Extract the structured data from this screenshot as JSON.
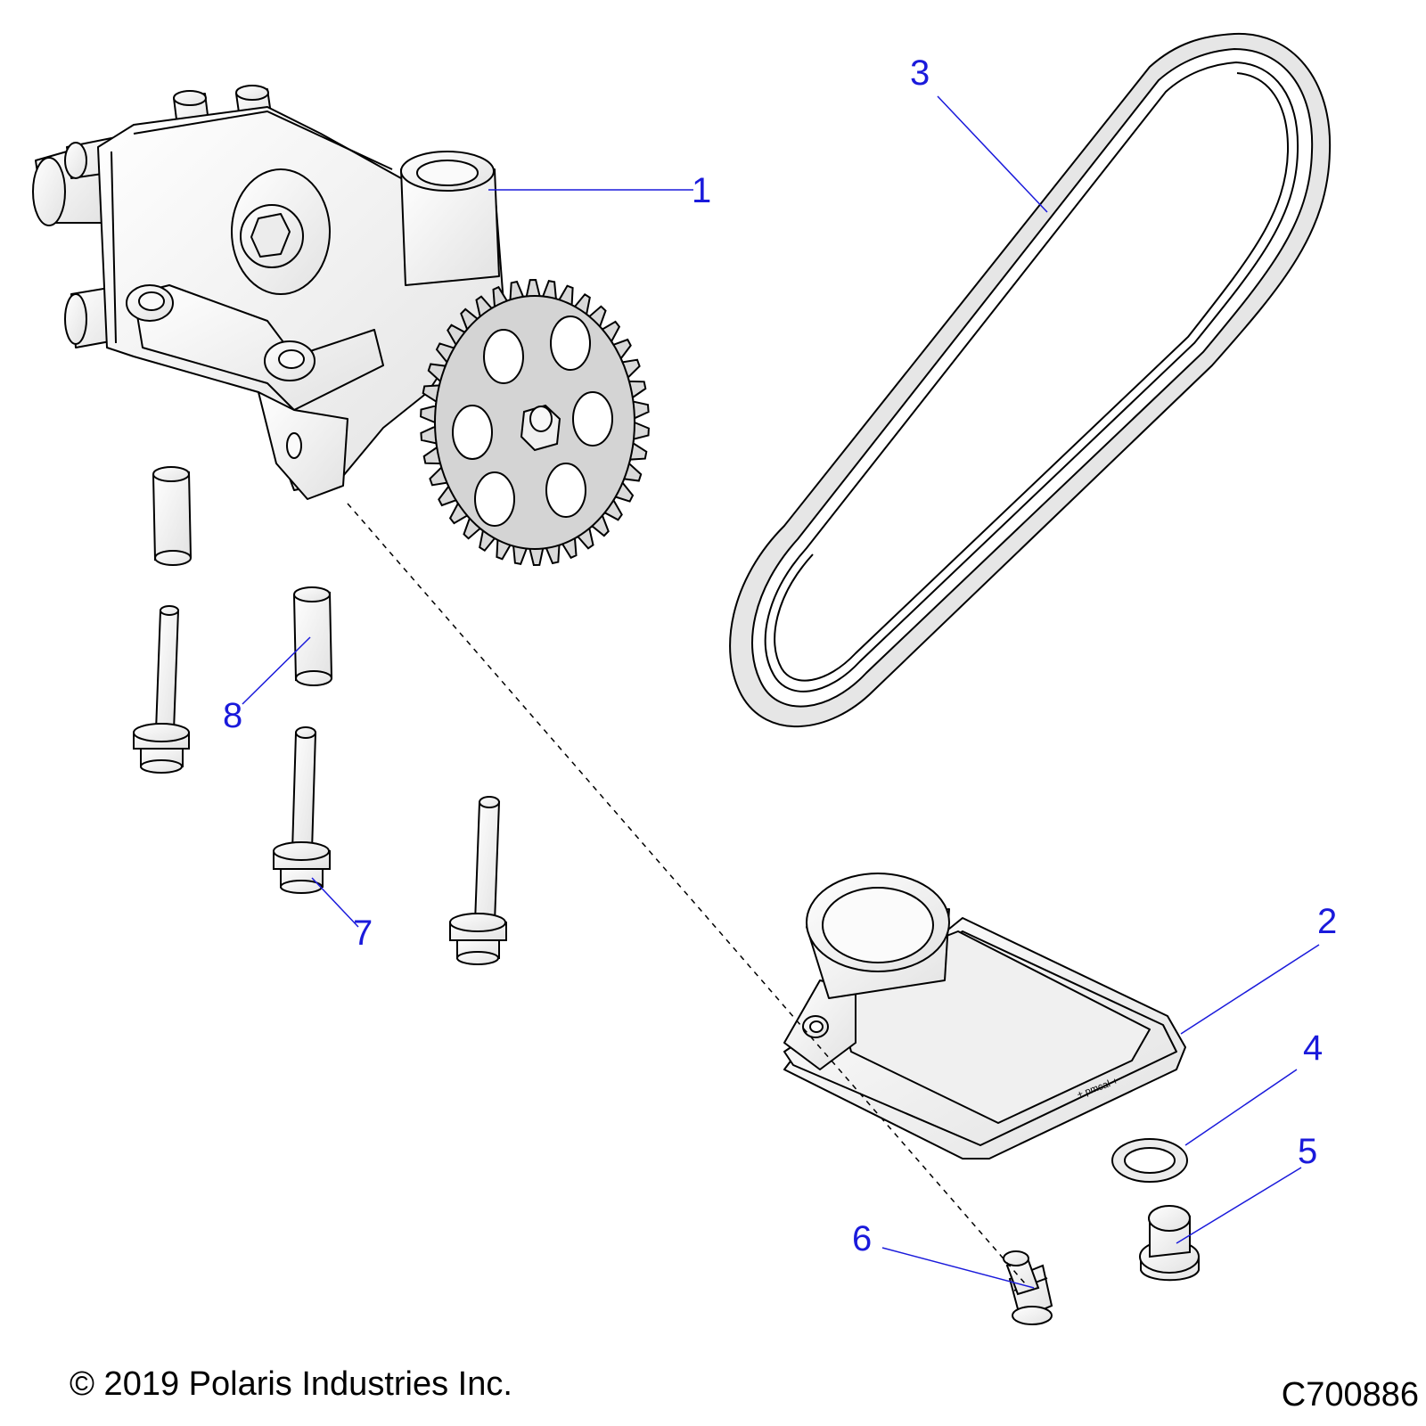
{
  "callouts": {
    "c1": "1",
    "c2": "2",
    "c3": "3",
    "c4": "4",
    "c5": "5",
    "c6": "6",
    "c7": "7",
    "c8": "8"
  },
  "footer": {
    "copyright": "© 2019 Polaris Industries Inc.",
    "figure_code": "C700886"
  },
  "colors": {
    "callout": "#1a1adb",
    "line": "#000000",
    "part_fill": "#f2f2f2",
    "sprocket_fill": "#d9d9d9"
  }
}
